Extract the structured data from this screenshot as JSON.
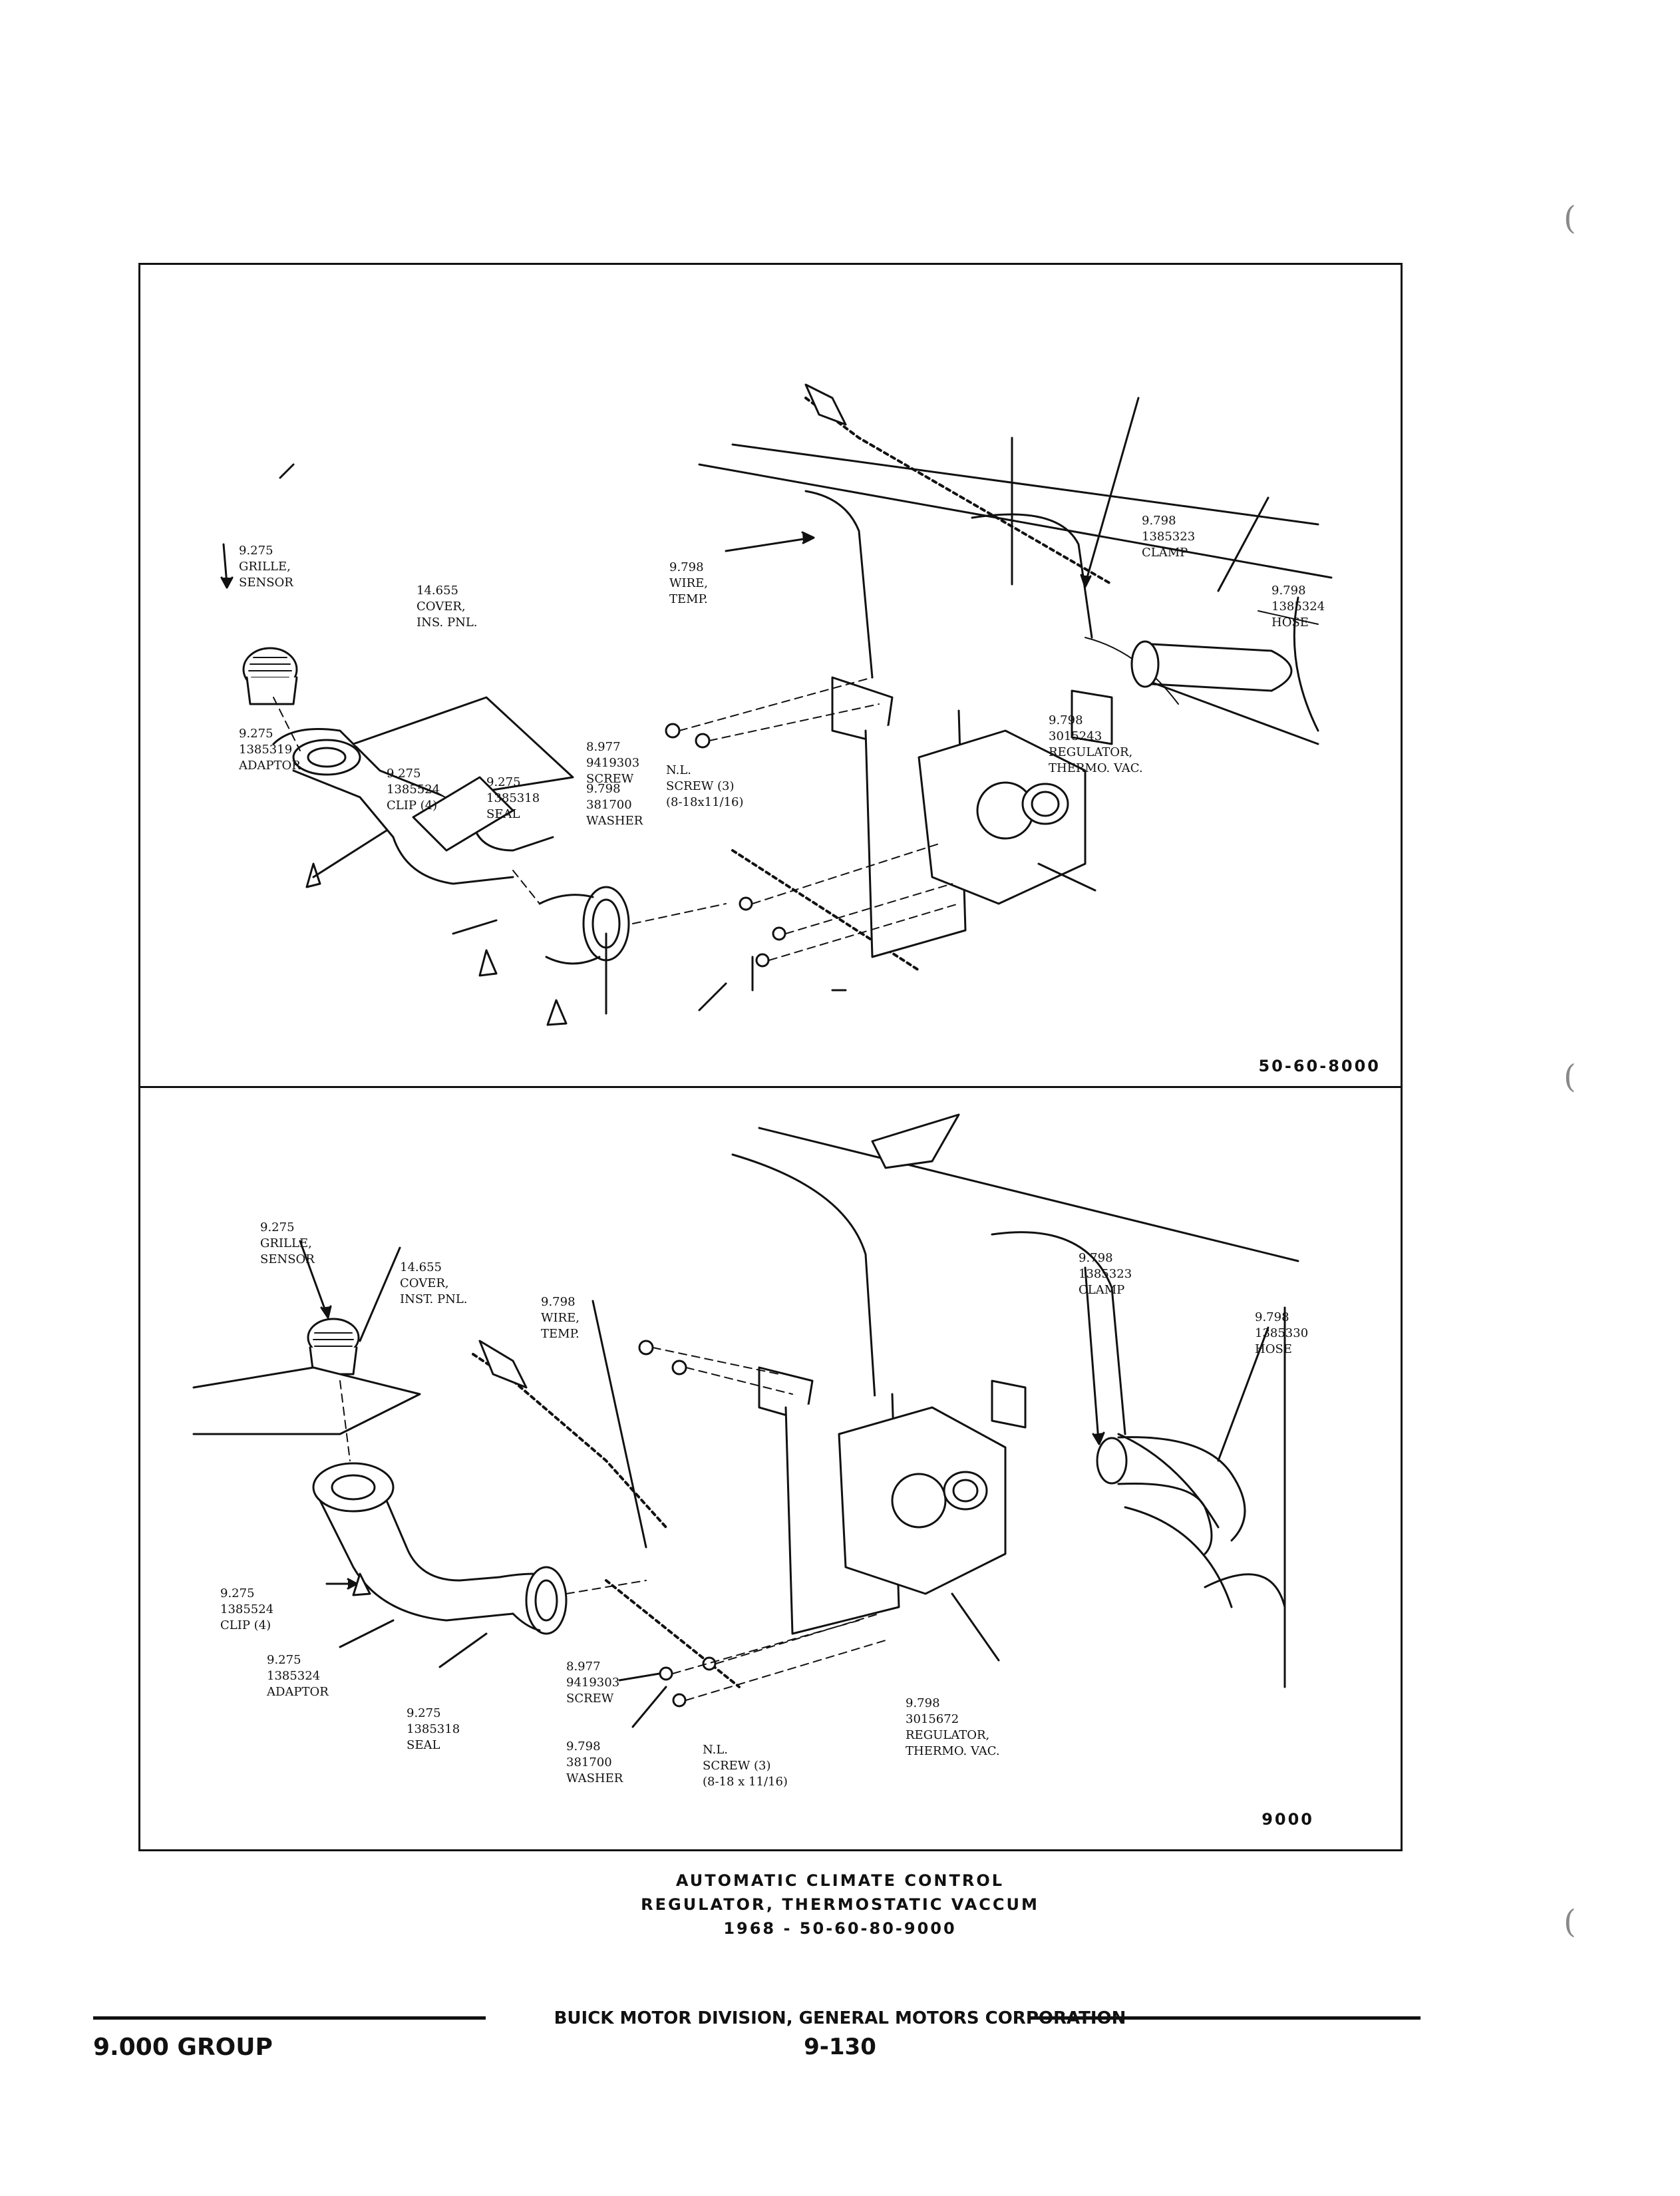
{
  "top_panel": {
    "code": "50-60-8000",
    "labels": {
      "grille": [
        "9.275",
        "GRILLE,",
        "SENSOR"
      ],
      "cover": [
        "14.655",
        "COVER,",
        "INS. PNL."
      ],
      "wire": [
        "9.798",
        "WIRE,",
        "TEMP."
      ],
      "clamp": [
        "9.798",
        "1385323",
        "CLAMP"
      ],
      "hose": [
        "9.798",
        "1385324",
        "HOSE"
      ],
      "regulator": [
        "9.798",
        "3015243",
        "REGULATOR,",
        "THERMO. VAC."
      ],
      "adaptor": [
        "9.275",
        "1385319",
        "ADAPTOR"
      ],
      "clip": [
        "9.275",
        "1385524",
        "CLIP (4)"
      ],
      "seal": [
        "9.275",
        "1385318",
        "SEAL"
      ],
      "screw": [
        "8.977",
        "9419303",
        "SCREW"
      ],
      "washer": [
        "9.798",
        "381700",
        "WASHER"
      ],
      "nl_screw": [
        "N.L.",
        "SCREW (3)",
        "(8-18x11/16)"
      ]
    }
  },
  "bottom_panel": {
    "code": "9000",
    "labels": {
      "grille": [
        "9.275",
        "GRILLE,",
        "SENSOR"
      ],
      "cover": [
        "14.655",
        "COVER,",
        "INST. PNL."
      ],
      "wire": [
        "9.798",
        "WIRE,",
        "TEMP."
      ],
      "clamp": [
        "9.798",
        "1385323",
        "CLAMP"
      ],
      "hose": [
        "9.798",
        "1385330",
        "HOSE"
      ],
      "clip": [
        "9.275",
        "1385524",
        "CLIP (4)"
      ],
      "adaptor": [
        "9.275",
        "1385324",
        "ADAPTOR"
      ],
      "seal": [
        "9.275",
        "1385318",
        "SEAL"
      ],
      "screw": [
        "8.977",
        "9419303",
        "SCREW"
      ],
      "washer": [
        "9.798",
        "381700",
        "WASHER"
      ],
      "nl_screw": [
        "N.L.",
        "SCREW (3)",
        "(8-18 x 11/16)"
      ],
      "regulator": [
        "9.798",
        "3015672",
        "REGULATOR,",
        "THERMO. VAC."
      ]
    }
  },
  "caption": {
    "line1": "AUTOMATIC CLIMATE CONTROL",
    "line2": "REGULATOR, THERMOSTATIC VACCUM",
    "line3": "1968 - 50-60-80-9000"
  },
  "footer": {
    "division": "BUICK MOTOR DIVISION, GENERAL MOTORS CORPORATION",
    "page": "9-130",
    "group": "9.000 GROUP"
  }
}
